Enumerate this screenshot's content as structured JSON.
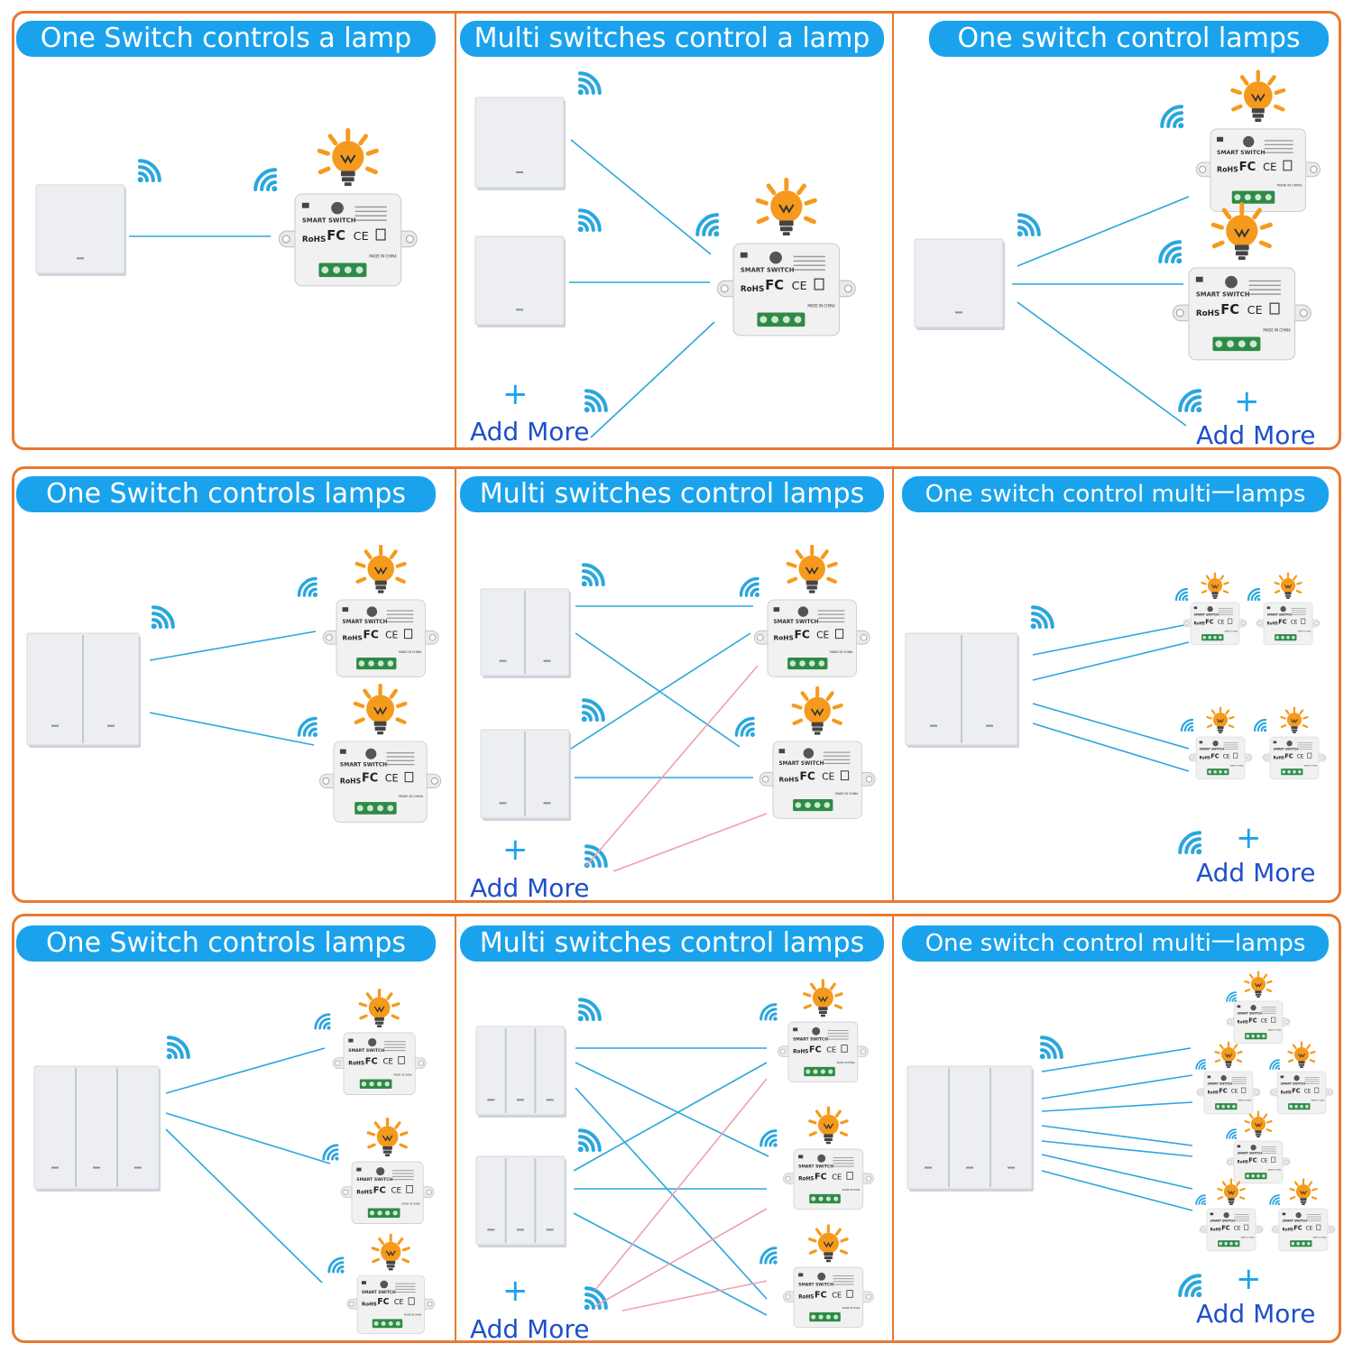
{
  "colors": {
    "frame": "#e9782f",
    "banner": "#1aa3ec",
    "link_blue": "#2aa6dd",
    "link_gray": "#7a7a7a",
    "link_pink": "#f0a0b0",
    "add_more_text": "#1f4fc9",
    "bulb": "#f59a1d"
  },
  "panels": [
    {
      "title": "One Switch controls a lamp",
      "add_more": ""
    },
    {
      "title": "Multi switches control a lamp",
      "add_more": "Add More",
      "plus": "+"
    },
    {
      "title": "One switch control lamps",
      "add_more": "Add More",
      "plus": "+"
    },
    {
      "title": "One Switch controls lamps",
      "add_more": ""
    },
    {
      "title": "Multi switches control lamps",
      "add_more": "Add More",
      "plus": "+"
    },
    {
      "title": "One switch control multi一lamps",
      "add_more": "Add More",
      "plus": "+"
    },
    {
      "title": "One Switch controls lamps",
      "add_more": ""
    },
    {
      "title": "Multi switches control lamps",
      "add_more": "Add More",
      "plus": "+"
    },
    {
      "title": "One switch control multi一lamps",
      "add_more": "Add More",
      "plus": "+"
    }
  ],
  "module": {
    "brand": "SMART SWITCH",
    "cert": "RoHS",
    "fc": "FC",
    "ce": "CE",
    "made_in": "MADE IN CHINA"
  }
}
